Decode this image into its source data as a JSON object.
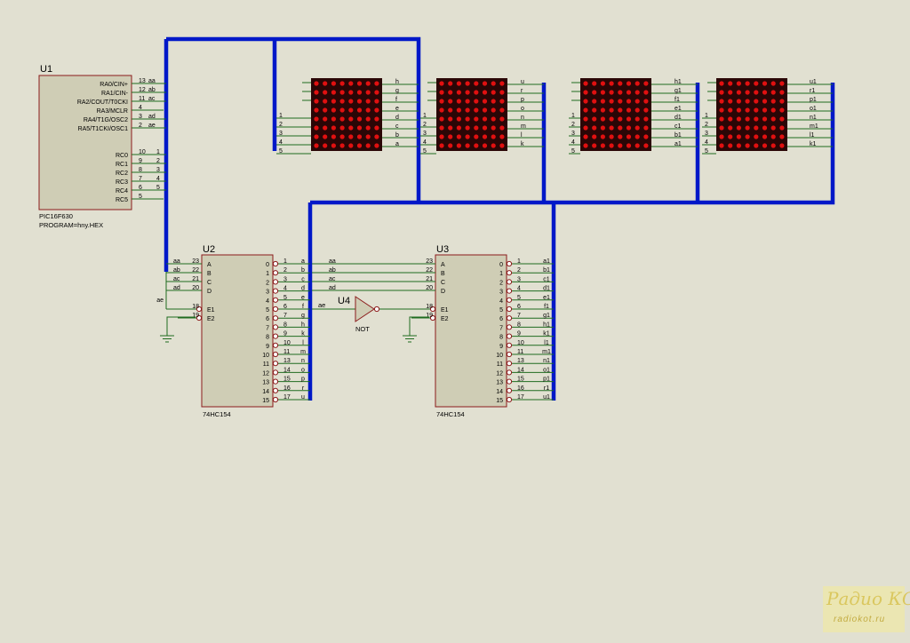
{
  "components": {
    "u1": {
      "ref": "U1",
      "part": "PIC16F630",
      "program": "PROGRAM=hny.HEX",
      "left_pins": [
        {
          "name": "RA0/CIN+",
          "num": "13",
          "net": "aa"
        },
        {
          "name": "RA1/CIN-",
          "num": "12",
          "net": "ab"
        },
        {
          "name": "RA2/COUT/T0CKI",
          "num": "11",
          "net": "ac"
        },
        {
          "name": "RA3/MCLR",
          "num": "4",
          "net": ""
        },
        {
          "name": "RA4/T1G/OSC2",
          "num": "3",
          "net": "ad"
        },
        {
          "name": "RA5/T1CKI/OSC1",
          "num": "2",
          "net": "ae"
        },
        {
          "name": "RC0",
          "num": "10",
          "net": "1"
        },
        {
          "name": "RC1",
          "num": "9",
          "net": "2"
        },
        {
          "name": "RC2",
          "num": "8",
          "net": "3"
        },
        {
          "name": "RC3",
          "num": "7",
          "net": "4"
        },
        {
          "name": "RC4",
          "num": "6",
          "net": "5"
        },
        {
          "name": "RC5",
          "num": "5",
          "net": ""
        }
      ]
    },
    "u2": {
      "ref": "U2",
      "part": "74HC154",
      "in_pins": [
        {
          "name": "A",
          "num": "23",
          "net": "aa"
        },
        {
          "name": "B",
          "num": "22",
          "net": "ab"
        },
        {
          "name": "C",
          "num": "21",
          "net": "ac"
        },
        {
          "name": "D",
          "num": "20",
          "net": "ad"
        },
        {
          "name": "E1",
          "num": "18",
          "net": ""
        },
        {
          "name": "E2",
          "num": "19",
          "net": ""
        }
      ],
      "out_labels": [
        "a",
        "b",
        "c",
        "d",
        "e",
        "f",
        "g",
        "h",
        "k",
        "l",
        "m",
        "n",
        "o",
        "p",
        "r",
        "u"
      ],
      "bus_nets_in": [
        "aa",
        "ab",
        "ac",
        "ad"
      ],
      "en_net": "ae"
    },
    "u3": {
      "ref": "U3",
      "part": "74HC154",
      "in_pins": [
        {
          "name": "A",
          "num": "23",
          "net": ""
        },
        {
          "name": "B",
          "num": "22",
          "net": ""
        },
        {
          "name": "C",
          "num": "21",
          "net": ""
        },
        {
          "name": "D",
          "num": "20",
          "net": ""
        },
        {
          "name": "E1",
          "num": "18",
          "net": ""
        },
        {
          "name": "E2",
          "num": "19",
          "net": ""
        }
      ],
      "out_labels": [
        "a1",
        "b1",
        "c1",
        "d1",
        "e1",
        "f1",
        "g1",
        "h1",
        "k1",
        "l1",
        "m1",
        "n1",
        "o1",
        "p1",
        "r1",
        "u1"
      ]
    },
    "u4": {
      "ref": "U4",
      "part": "NOT",
      "net_in": "ae"
    }
  },
  "decoder_outputs": [
    "0",
    "1",
    "2",
    "3",
    "4",
    "5",
    "6",
    "7",
    "8",
    "9",
    "10",
    "11",
    "12",
    "13",
    "14",
    "15"
  ],
  "decoder_pin_nums": [
    "1",
    "2",
    "3",
    "4",
    "5",
    "6",
    "7",
    "8",
    "9",
    "10",
    "11",
    "13",
    "14",
    "15",
    "16",
    "17"
  ],
  "matrices": [
    {
      "left_pins": [
        "",
        "",
        "",
        "1",
        "2",
        "3",
        "4",
        "5"
      ],
      "right_nets": [
        "h",
        "g",
        "f",
        "e",
        "d",
        "c",
        "b",
        "a"
      ]
    },
    {
      "left_pins": [
        "",
        "",
        "",
        "1",
        "2",
        "3",
        "4",
        "5"
      ],
      "right_nets": [
        "u",
        "r",
        "p",
        "o",
        "n",
        "m",
        "l",
        "k"
      ]
    },
    {
      "left_pins": [
        "",
        "",
        "",
        "1",
        "2",
        "3",
        "4",
        "5"
      ],
      "right_nets": [
        "h1",
        "g1",
        "f1",
        "e1",
        "d1",
        "c1",
        "b1",
        "a1"
      ]
    },
    {
      "left_pins": [
        "",
        "",
        "",
        "1",
        "2",
        "3",
        "4",
        "5"
      ],
      "right_nets": [
        "u1",
        "r1",
        "p1",
        "o1",
        "n1",
        "m1",
        "l1",
        "k1"
      ]
    }
  ],
  "watermark": {
    "line1": "Радио КОТ",
    "line2": "radiokot.ru"
  },
  "colors": {
    "background": "#e1e0d1",
    "wire": "#1f6b1f",
    "bus": "#0018c8",
    "chip_body": "#cfcdb5",
    "chip_border": "#8b1a1a",
    "led_on": "#e01010",
    "matrix_body": "#2a0606"
  }
}
